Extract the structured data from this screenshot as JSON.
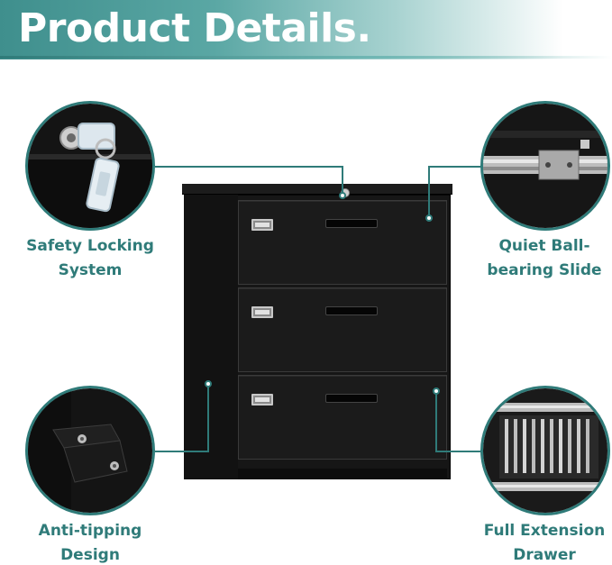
{
  "banner": {
    "title": "Product Details."
  },
  "features": [
    {
      "name": "Safety Locking",
      "name2": "System",
      "icon": "lock-key-icon"
    },
    {
      "name": "Quiet Ball-",
      "name2": "bearing Slide",
      "icon": "ball-bearing-slide-icon"
    },
    {
      "name": "Anti-tipping",
      "name2": "Design",
      "icon": "anti-tip-bracket-icon"
    },
    {
      "name": "Full Extension",
      "name2": "Drawer",
      "icon": "drawer-rail-icon"
    }
  ],
  "colors": {
    "accent": "#2f7b79",
    "banner_start": "#3f8f8d",
    "cabinet": "#161616"
  }
}
